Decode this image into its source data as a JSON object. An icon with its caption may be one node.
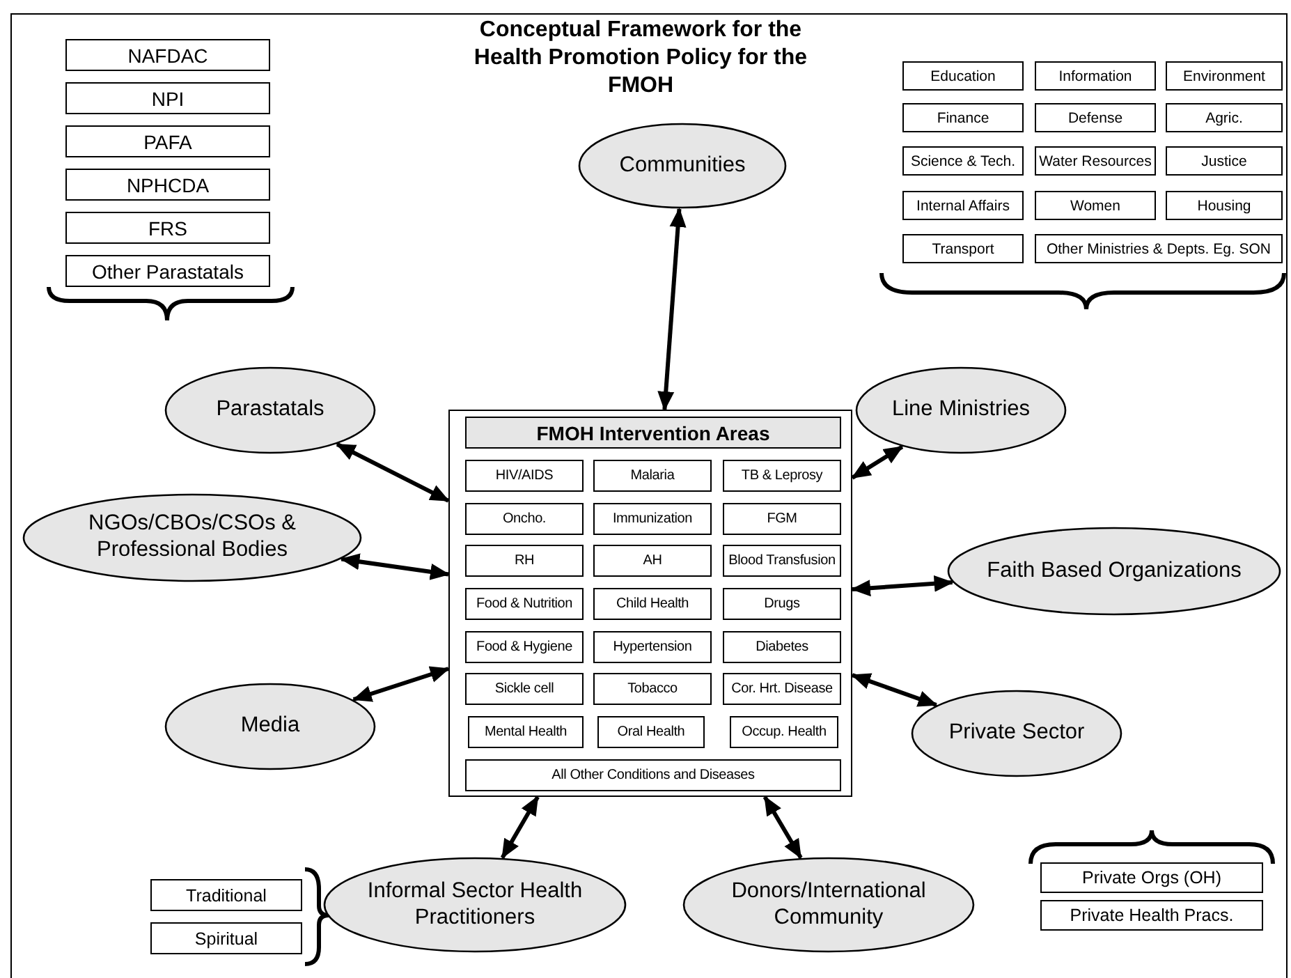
{
  "diagram": {
    "title": "Conceptual Framework for the Health Promotion Policy for the FMOH",
    "nodes": [
      {
        "text": [
          "NAFDAC"
        ]
      },
      {
        "text": [
          "NPI"
        ]
      },
      {
        "text": [
          "PAFA"
        ]
      },
      {
        "text": [
          "NPHCDA"
        ]
      },
      {
        "text": [
          "FRS"
        ]
      },
      {
        "text": [
          "Other Parastatals"
        ]
      },
      {
        "text": [
          "Education"
        ]
      },
      {
        "text": [
          "Information"
        ]
      },
      {
        "text": [
          "Environment"
        ]
      },
      {
        "text": [
          "Finance"
        ]
      },
      {
        "text": [
          "Defense"
        ]
      },
      {
        "text": [
          "Agric."
        ]
      },
      {
        "text": [
          "Science & Tech."
        ]
      },
      {
        "text": [
          "Water Resources"
        ]
      },
      {
        "text": [
          "Justice"
        ]
      },
      {
        "text": [
          "Internal Affairs"
        ]
      },
      {
        "text": [
          "Women"
        ]
      },
      {
        "text": [
          "Housing"
        ]
      },
      {
        "text": [
          "Transport"
        ]
      },
      {
        "text": [
          "Other Ministries & Depts. Eg. SON"
        ]
      },
      {
        "text": [
          "Communities"
        ]
      },
      {
        "text": [
          "Parastatals"
        ]
      },
      {
        "text": [
          "Line Ministries"
        ]
      },
      {
        "text": [],
        "shape": "box"
      },
      {
        "text": [
          "FMOH Intervention Areas"
        ],
        "in": 23
      },
      {
        "text": [
          "HIV/AIDS"
        ],
        "in": 23
      },
      {
        "text": [
          "Malaria"
        ],
        "in": 23
      },
      {
        "text": [
          "TB & Leprosy"
        ],
        "in": 23
      },
      {
        "text": [
          "Oncho."
        ],
        "in": 23
      },
      {
        "text": [
          "Immunization"
        ],
        "in": 23
      },
      {
        "text": [
          "FGM"
        ],
        "in": 23
      },
      {
        "text": [
          "RH"
        ],
        "in": 23
      },
      {
        "text": [
          "AH"
        ],
        "in": 23
      },
      {
        "text": [
          "Blood Transfusion"
        ],
        "in": 23
      },
      {
        "text": [
          "Food & Nutrition"
        ],
        "in": 23
      },
      {
        "text": [
          "Child Health"
        ],
        "in": 23
      },
      {
        "text": [
          "Drugs"
        ],
        "in": 23
      },
      {
        "text": [
          "Food & Hygiene"
        ],
        "in": 23
      },
      {
        "text": [
          "Hypertension"
        ],
        "in": 23
      },
      {
        "text": [
          "Diabetes"
        ],
        "in": 23
      },
      {
        "text": [
          "Sickle cell"
        ],
        "in": 23
      },
      {
        "text": [
          "Tobacco"
        ],
        "in": 23
      },
      {
        "text": [
          "Cor. Hrt. Disease"
        ],
        "in": 23
      },
      {
        "text": [
          "Mental Health"
        ],
        "in": 23
      },
      {
        "text": [
          "Oral Health"
        ],
        "in": 23
      },
      {
        "text": [
          "Occup. Health"
        ],
        "in": 23
      },
      {
        "text": [
          "All Other Conditions and Diseases"
        ],
        "in": 23
      },
      {
        "text": [
          "NGOs/CBOs/CSOs & Professional Bodies"
        ]
      },
      {
        "text": [
          "Faith Based Organizations"
        ]
      },
      {
        "text": [
          "Media"
        ]
      },
      {
        "text": [
          "Private Sector"
        ]
      },
      {
        "text": [
          "Private Orgs (OH)"
        ]
      },
      {
        "text": [
          "Private Health Pracs."
        ]
      },
      {
        "text": [
          "Traditional"
        ]
      },
      {
        "text": [
          "Spiritual"
        ]
      },
      {
        "text": [
          "Informal Sector Health Practitioners"
        ]
      },
      {
        "text": [
          "Donors/International Community"
        ]
      }
    ],
    "edges": [
      {
        "from": 20,
        "to": 23,
        "arrow": "both"
      },
      {
        "from": 21,
        "to": 23,
        "arrow": "both"
      },
      {
        "from": 22,
        "to": 23,
        "arrow": "both"
      },
      {
        "from": 47,
        "to": 23,
        "arrow": "both"
      },
      {
        "from": 48,
        "to": 23,
        "arrow": "both"
      },
      {
        "from": 49,
        "to": 23,
        "arrow": "both"
      },
      {
        "from": 50,
        "to": 23,
        "arrow": "both"
      },
      {
        "from": 55,
        "to": 23,
        "arrow": "both"
      },
      {
        "from": 56,
        "to": 23,
        "arrow": "both"
      }
    ]
  }
}
